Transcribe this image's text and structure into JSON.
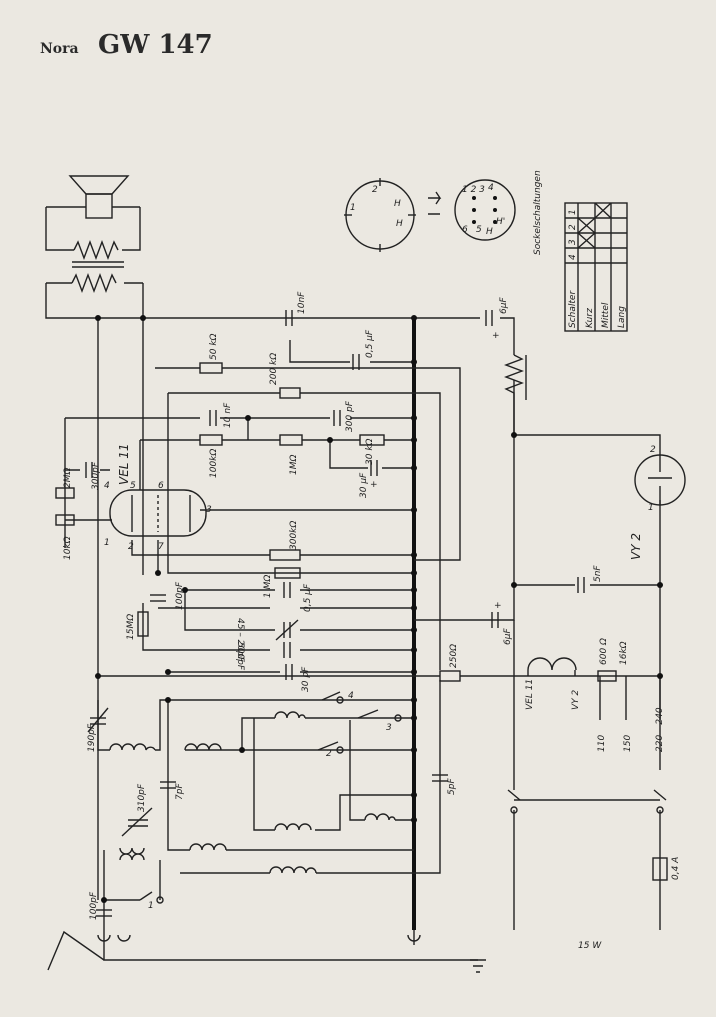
{
  "header": {
    "brand": "Nora",
    "model": "GW 147"
  },
  "colors": {
    "paper": "#ebe8e1",
    "ink": "#222222"
  },
  "tubes": {
    "main": "VEL 11",
    "rectifier": "VY 2"
  },
  "socket_caption": "Sockelschaltungen",
  "switch_table": {
    "header": [
      "Schalter",
      "1",
      "2",
      "3",
      "4"
    ],
    "rows": [
      "Kurz",
      "Mittel",
      "Lang"
    ]
  },
  "labels": {
    "c_10nF_top": "10nF",
    "c_6uF_top": "6µF",
    "c_05uF_top": "0,5 µF",
    "r_50k": "50 kΩ",
    "r_200k": "200 kΩ",
    "c_10nF_mid": "10 nF",
    "c_300pF_mid": "300 pF",
    "r_100k": "100kΩ",
    "r_1M": "1MΩ",
    "r_30k": "30 kΩ",
    "c_30uF": "30 µF",
    "r_2M": "2MΩ",
    "c_300pF_left": "300pF",
    "r_10k": "10kΩ",
    "r_300k": "300kΩ",
    "r_1M_low": "1 MΩ",
    "c_05uF_low": "0,5 µF",
    "c_100pF": "100pF",
    "r_15M": "15MΩ",
    "c_trim": "45 – 20pF",
    "c_500pF": "500pF",
    "c_30pF": "30 pF",
    "c_6uF_low": "6µF",
    "c_5nF": "5nF",
    "r_250": "250Ω",
    "r_600": "600 Ω",
    "r_16k": "16kΩ",
    "c_190pF": "190pF",
    "c_310pF": "310pF",
    "c_7pF": "7pF",
    "c_5pF": "5pF",
    "c_100pF_ant": "100pF",
    "fuse": "0,4 A",
    "power": "15 W",
    "v_110": "110",
    "v_150": "150",
    "v_220": "220 – 240",
    "heater_vel": "VEL 11",
    "heater_vy": "VY 2",
    "plus1": "+",
    "plus2": "+",
    "plus3": "+",
    "pin1": "1",
    "pin2": "2",
    "pin3": "3",
    "pin4": "4",
    "pin5": "5",
    "pin6": "6",
    "pin7": "7",
    "vy_pin1": "1",
    "vy_pin2": "2",
    "sw1": "1",
    "sw2": "2",
    "sw3": "3",
    "sw4": "4",
    "sock_1": "1",
    "sock_2": "2",
    "sock_H1": "H",
    "sock_H2": "H",
    "sock2_nums": "1 2 3",
    "sock2_4": "4",
    "sock2_5": "5",
    "sock2_6": "6",
    "sock2_H": "H",
    "sock2_Hp": "H'"
  }
}
